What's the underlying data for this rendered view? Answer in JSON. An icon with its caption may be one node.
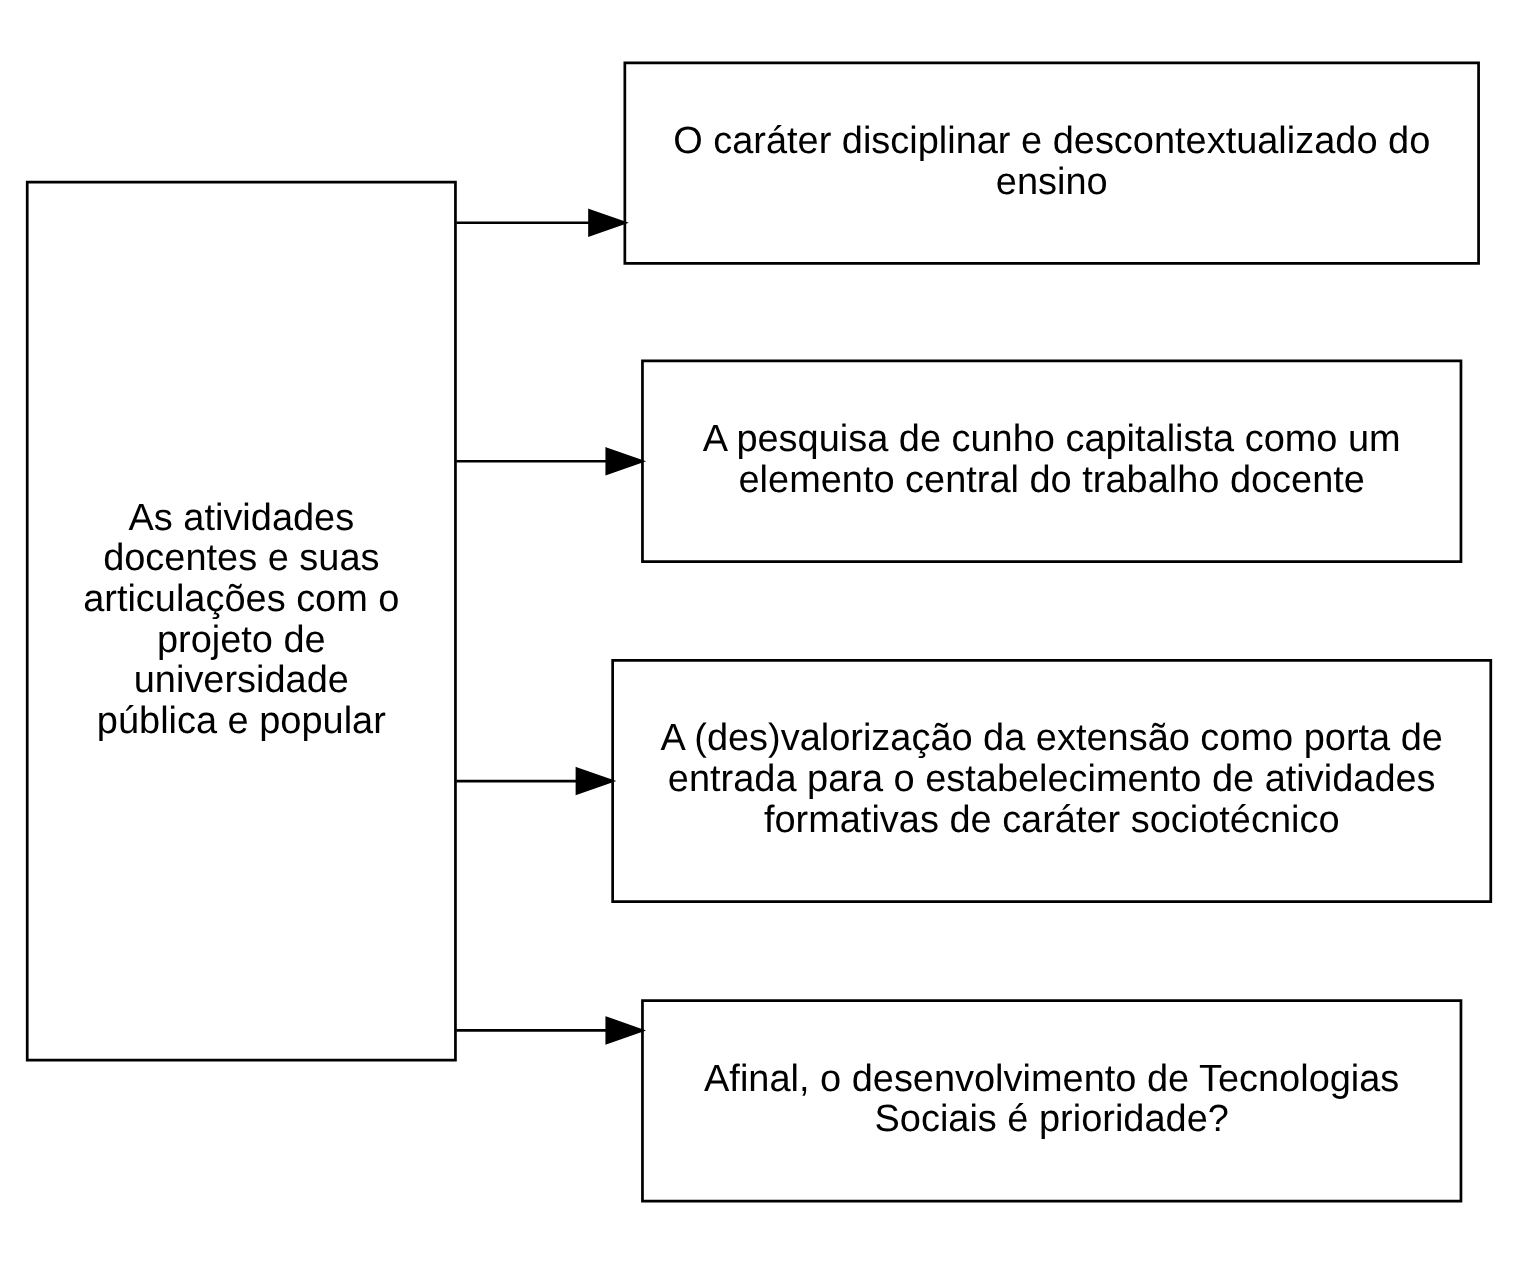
{
  "diagram": {
    "nodes": [
      {
        "text": [
          "As atividades docentes e suas articulações com o projeto de universidade pública e popular"
        ]
      },
      {
        "text": [
          "O caráter disciplinar e descontextualizado do ensino"
        ]
      },
      {
        "text": [
          "A pesquisa de cunho capitalista como um elemento central do trabalho docente"
        ]
      },
      {
        "text": [
          "A (des)valorização da extensão como porta de entrada para o estabelecimento de atividades formativas de caráter sociotécnico"
        ]
      },
      {
        "text": [
          "Afinal, o desenvolvimento de Tecnologias Sociais é prioridade?"
        ]
      }
    ],
    "edges": [
      {
        "from": 0,
        "to": 1,
        "arrow": "to"
      },
      {
        "from": 0,
        "to": 2,
        "arrow": "to"
      },
      {
        "from": 0,
        "to": 3,
        "arrow": "to"
      },
      {
        "from": 0,
        "to": 4,
        "arrow": "to"
      }
    ]
  }
}
